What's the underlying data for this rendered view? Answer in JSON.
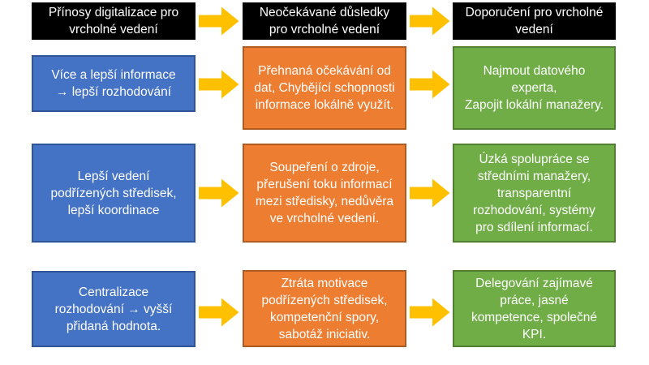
{
  "colors": {
    "header_bg": "#000000",
    "benefit_fill": "#4472C4",
    "benefit_border": "#2F5597",
    "consequence_fill": "#ED7D31",
    "consequence_border": "#AE5A21",
    "recommendation_fill": "#70AD47",
    "recommendation_border": "#507E32",
    "arrow_fill": "#FFC000",
    "text_color": "#FFFFFF"
  },
  "headers": {
    "benefits": "Přínosy digitalizace pro vrcholné vedení",
    "consequences": "Neočekávané důsledky pro vrcholné vedení",
    "recommendations": "Doporučení pro vrcholné vedení"
  },
  "rows": [
    {
      "benefit": "Více a lepší informace\n→ lepší rozhodování",
      "consequence": "Přehnaná očekávání od dat, Chybějící schopnosti informace lokálně využít.",
      "recommendation": "Najmout datového experta,\nZapojit lokální manažery."
    },
    {
      "benefit": "Lepší vedení podřízených středisek, lepší koordinace",
      "consequence": "Soupeření o zdroje, přerušení toku informací mezi středisky, nedůvěra ve vrcholné vedení.",
      "recommendation": "Úzká spolupráce se středními manažery, transparentní rozhodování, systémy pro sdílení informací."
    },
    {
      "benefit": "Centralizace rozhodování → vyšší přidaná hodnota.",
      "consequence": "Ztráta motivace podřízených středisek, kompetenční spory, sabotáž iniciativ.",
      "recommendation": "Delegování zajímavé práce, jasné kompetence, společné KPI."
    }
  ],
  "arrow_icon": "right-block-arrow"
}
